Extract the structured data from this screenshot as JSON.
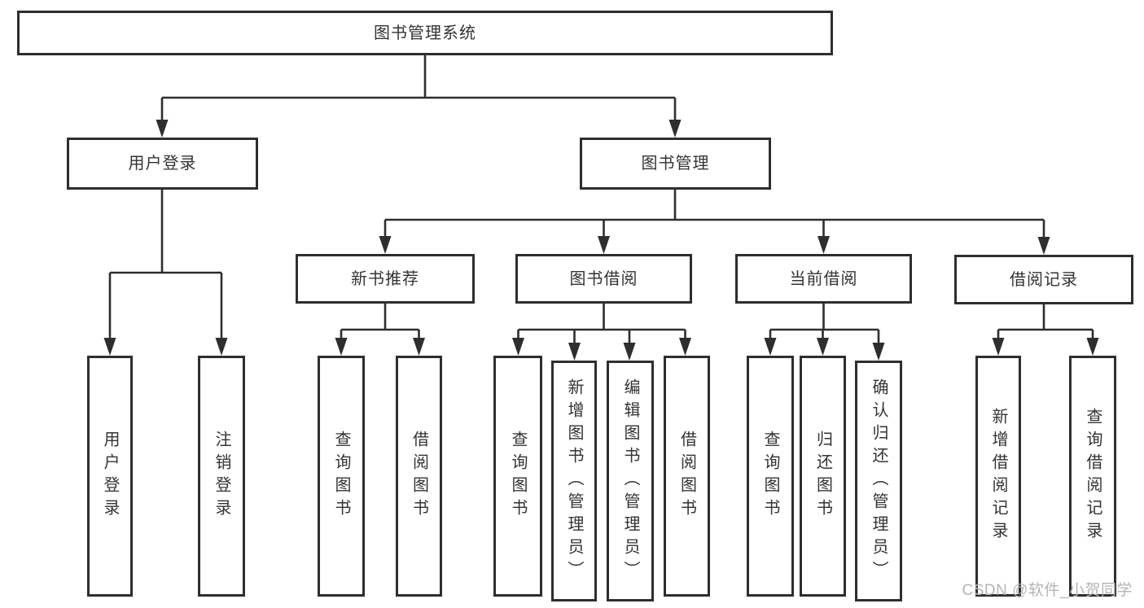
{
  "tree": {
    "label": "图书管理系统",
    "children": [
      {
        "label": "用户登录",
        "children": [
          {
            "label": "用户登录"
          },
          {
            "label": "注销登录"
          }
        ]
      },
      {
        "label": "图书管理",
        "children": [
          {
            "label": "新书推荐",
            "children": [
              {
                "label": "查询图书"
              },
              {
                "label": "借阅图书"
              }
            ]
          },
          {
            "label": "图书借阅",
            "children": [
              {
                "label": "查询图书"
              },
              {
                "label": "新增图书（管理员）"
              },
              {
                "label": "编辑图书（管理员）"
              },
              {
                "label": "借阅图书"
              }
            ]
          },
          {
            "label": "当前借阅",
            "children": [
              {
                "label": "查询图书"
              },
              {
                "label": "归还图书"
              },
              {
                "label": "确认归还（管理员）"
              }
            ]
          },
          {
            "label": "借阅记录",
            "children": [
              {
                "label": "新增借阅记录"
              },
              {
                "label": "查询借阅记录"
              }
            ]
          }
        ]
      }
    ]
  },
  "watermark": {
    "text": "CSDN @软件_小贺同学"
  },
  "colors": {
    "line": "#2e2e2e",
    "box_border": "#2e2e2e",
    "text": "#333333",
    "watermark": "#b5b5b5",
    "background": "#ffffff"
  }
}
